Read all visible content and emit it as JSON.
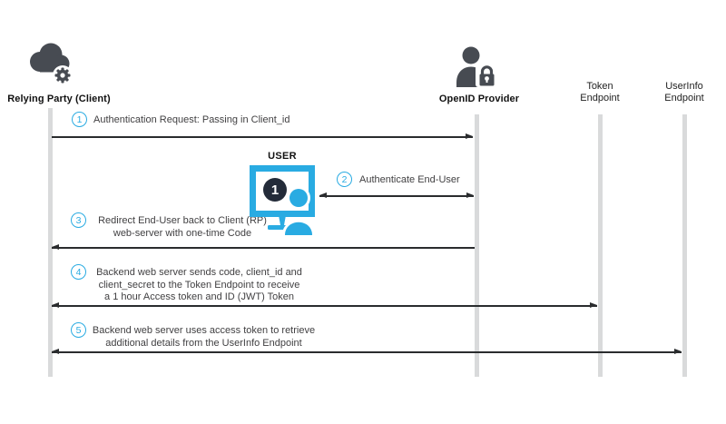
{
  "actors": {
    "relying_party": {
      "label": "Relying Party (Client)"
    },
    "openid_provider": {
      "label": "OpenID Provider"
    },
    "token_endpoint": {
      "label": "Token\nEndpoint"
    },
    "userinfo_endpoint": {
      "label": "UserInfo\nEndpoint"
    }
  },
  "user": {
    "label": "USER",
    "screen_badge": "1"
  },
  "steps": [
    {
      "num": "1",
      "lines": [
        "Authentication Request: Passing in Client_id"
      ]
    },
    {
      "num": "2",
      "lines": [
        "Authenticate End-User"
      ]
    },
    {
      "num": "3",
      "lines": [
        "Redirect End-User back to Client (RP)",
        "web-server with one-time Code"
      ]
    },
    {
      "num": "4",
      "lines": [
        "Backend web server sends code, client_id and",
        "client_secret to the Token Endpoint to receive",
        "a 1 hour Access token and ID (JWT) Token"
      ]
    },
    {
      "num": "5",
      "lines": [
        "Backend web server uses access token to retrieve",
        "additional details from the UserInfo Endpoint"
      ]
    }
  ],
  "arrows": [
    {
      "step": "1",
      "from": "relying-party",
      "to": "openid-provider",
      "heads": "right"
    },
    {
      "step": "2",
      "from": "user-monitor",
      "to": "openid-provider",
      "heads": "both"
    },
    {
      "step": "3",
      "from": "openid-provider",
      "to": "relying-party",
      "heads": "left"
    },
    {
      "step": "4",
      "from": "relying-party",
      "to": "token-endpoint",
      "heads": "both"
    },
    {
      "step": "5",
      "from": "relying-party",
      "to": "userinfo-endpoint",
      "heads": "both"
    }
  ],
  "colors": {
    "accent_cyan": "#29abe2",
    "icon_dark": "#474b52",
    "badge_dark": "#232b39",
    "lifeline_gray": "#d9dadb",
    "arrow_black": "#2a2c2e"
  }
}
